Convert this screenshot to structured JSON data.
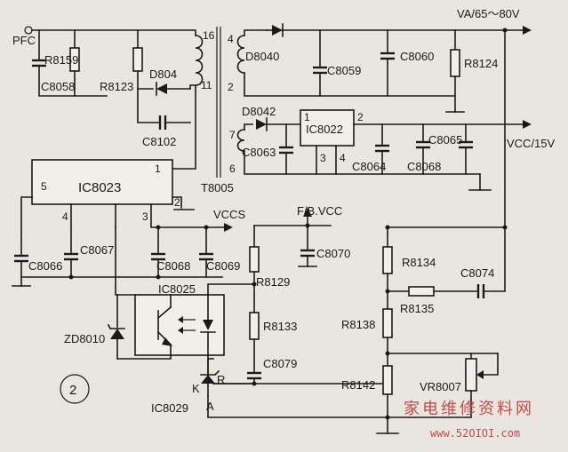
{
  "labels": {
    "pfc": "PFC",
    "va": "VA/65～80V",
    "vcc": "VCC/15V",
    "vccs": "VCCS",
    "fbvcc": "F/B.VCC",
    "t8005": "T8005",
    "r8159": "R8159",
    "r8123": "R8123",
    "d804": "D804",
    "c8058": "C8058",
    "c8102": "C8102",
    "ic8023": "IC8023",
    "d8040": "D8040",
    "c8059": "C8059",
    "c8060": "C8060",
    "r8124": "R8124",
    "d8042": "D8042",
    "ic8022": "IC8022",
    "c8063": "C8063",
    "c8064": "C8064",
    "c8065": "C8065",
    "c8068_top": "C8068",
    "c8066": "C8066",
    "c8067": "C8067",
    "c8068": "C8068",
    "c8069": "C8069",
    "c8070": "C8070",
    "r8129": "R8129",
    "r8133": "R8133",
    "c8079": "C8079",
    "r8134": "R8134",
    "r8135": "R8135",
    "c8074": "C8074",
    "r8138": "R8138",
    "r8142": "R8142",
    "vr8007": "VR8007",
    "ic8025": "IC8025",
    "zd8010": "ZD8010",
    "ic8029": "IC8029",
    "k": "K",
    "r": "R",
    "a": "A",
    "circle_num": "2"
  },
  "pins": {
    "t16": "16",
    "t11": "11",
    "t4": "4",
    "t2": "2",
    "t7": "7",
    "t6": "6",
    "ic8023_p1": "1",
    "ic8023_p2": "2",
    "ic8023_p3": "3",
    "ic8023_p4": "4",
    "ic8023_p5": "5",
    "ic8022_p1": "1",
    "ic8022_p2": "2",
    "ic8022_p3": "3",
    "ic8022_p4": "4"
  },
  "watermark": {
    "text": "家电维修资料网",
    "url": "www.52OIOI.com"
  }
}
